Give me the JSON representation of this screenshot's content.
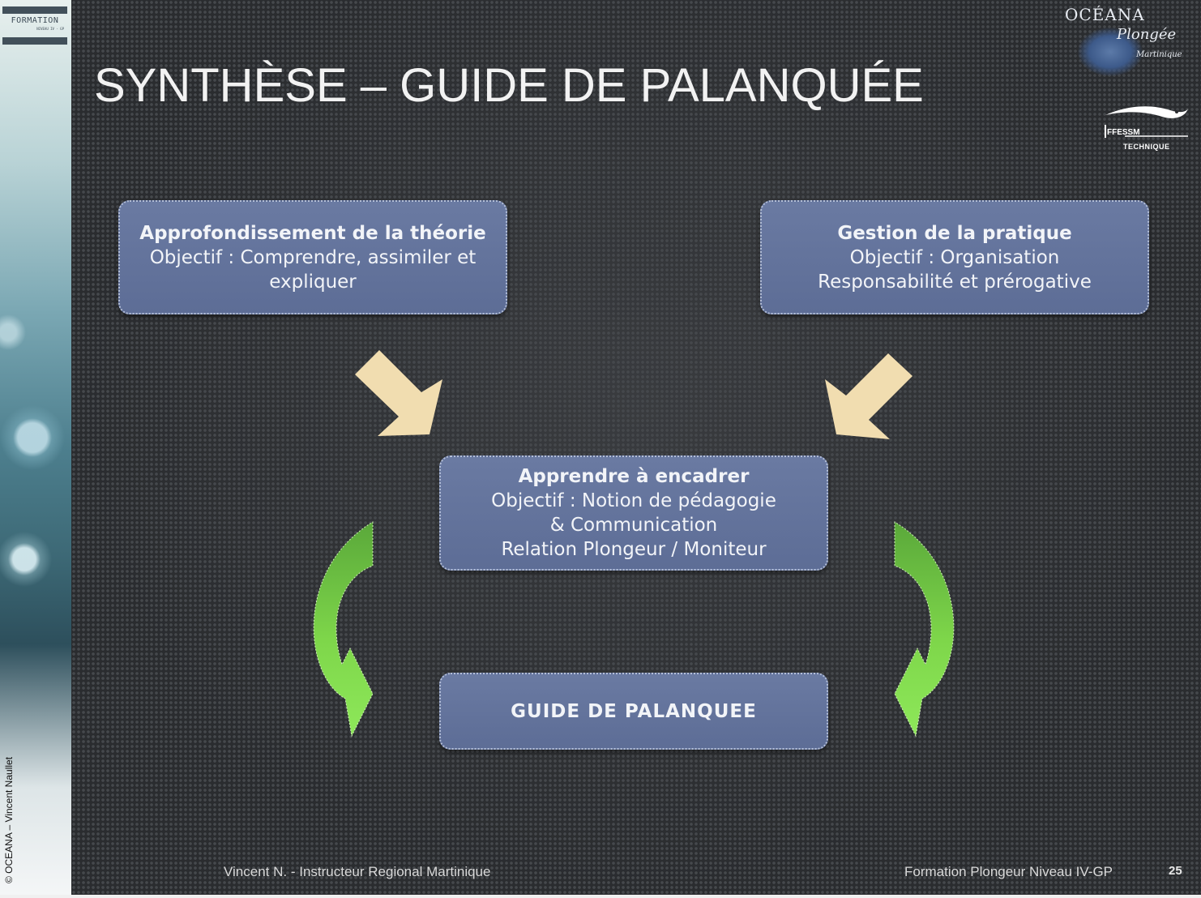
{
  "sidebar": {
    "badge_label": "FORMATION",
    "badge_sublabel": "NIVEAU IV - GP",
    "copyright": "© OCEANA – Vincent Naullet"
  },
  "slide": {
    "title": "SYNTHÈSE – GUIDE DE PALANQUÉE",
    "logos": {
      "oceana_name": "OCÉANA",
      "oceana_plongee": "Plongée",
      "oceana_region": "Martinique",
      "ffessm_name": "FFESSM",
      "ffessm_sub": "TECHNIQUE"
    },
    "boxes": {
      "theorie": {
        "heading": "Approfondissement de la théorie",
        "line1": "Objectif : Comprendre, assimiler et",
        "line2": "expliquer"
      },
      "pratique": {
        "heading": "Gestion de la pratique",
        "line1": "Objectif : Organisation",
        "line2": "Responsabilité et prérogative"
      },
      "encadrer": {
        "heading": "Apprendre à encadrer",
        "line1": "Objectif : Notion de pédagogie",
        "line2": "& Communication",
        "line3": "Relation Plongeur / Moniteur"
      },
      "guide": {
        "heading": "GUIDE DE PALANQUEE"
      }
    },
    "colors": {
      "box_fill": "#6a7aa2",
      "beige_arrow": "#f1ddb0",
      "green_arrow": "#7ed64a"
    },
    "footer": {
      "author": "Vincent N. - Instructeur Regional Martinique",
      "course": "Formation Plongeur Niveau IV-GP",
      "page_number": "25"
    }
  }
}
